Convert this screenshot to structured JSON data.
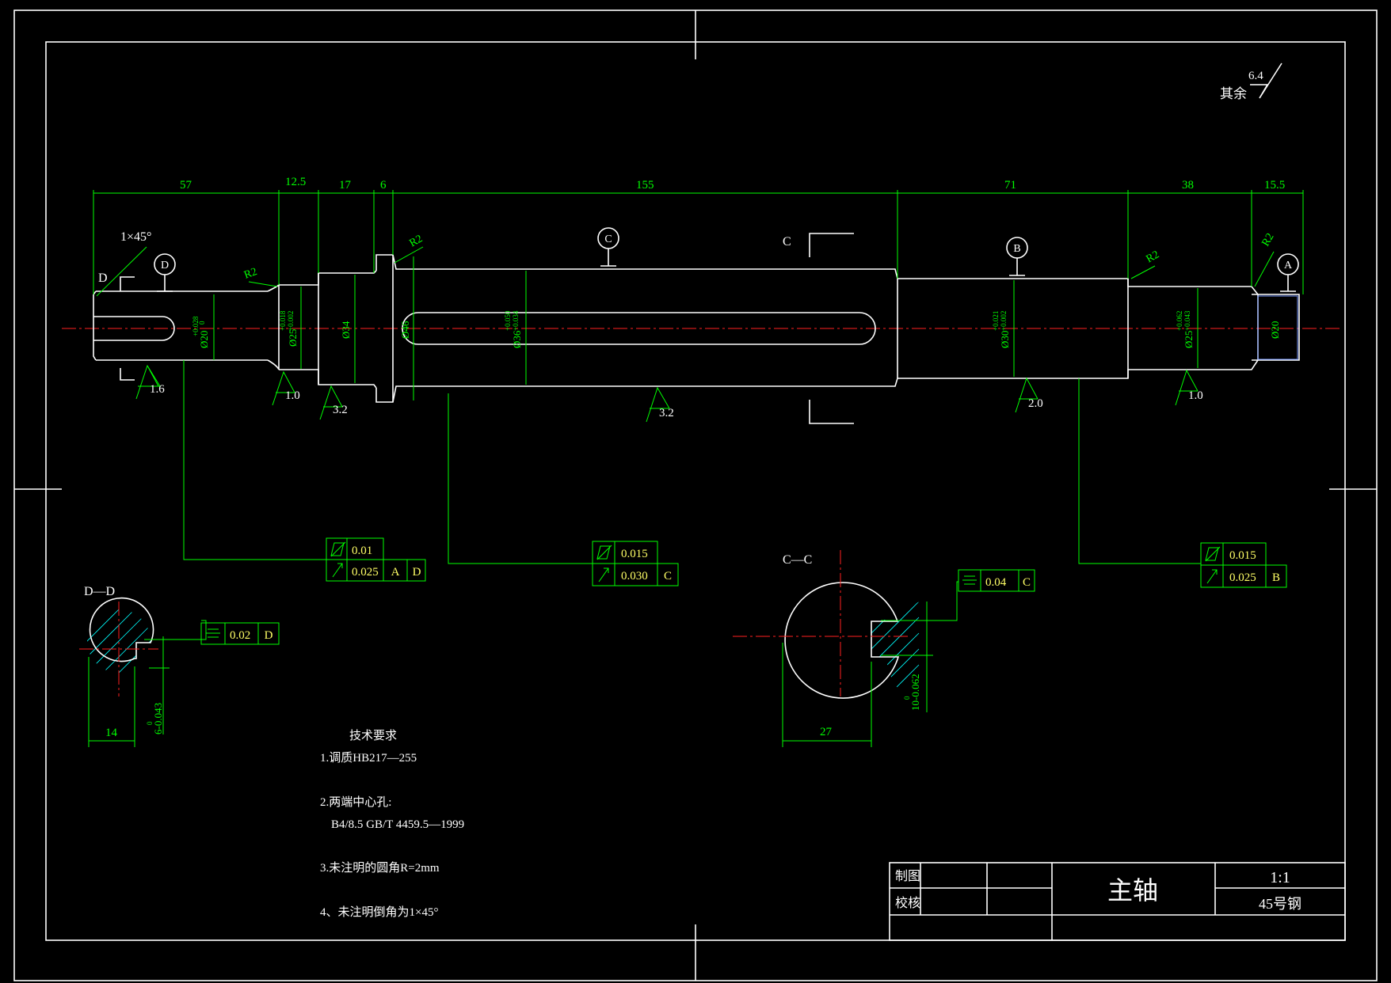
{
  "colors": {
    "background": "#000000",
    "outline": "#ffffff",
    "dimension": "#00ff00",
    "centerline": "#ff2020",
    "hatch": "#00ffff",
    "tolerance": "#ffff66"
  },
  "roughness_note": {
    "label": "其余",
    "value": "6.4"
  },
  "dims_top": [
    "57",
    "12.5",
    "17",
    "6",
    "155",
    "71",
    "38",
    "15.5"
  ],
  "chamfer": "1×45°",
  "fillets": [
    "R2",
    "R2",
    "R2",
    "R2"
  ],
  "datums": [
    "D",
    "C",
    "B",
    "A"
  ],
  "section_marks": {
    "c": "C",
    "d": "D"
  },
  "diameters": [
    {
      "dia": "Ø20",
      "up": "+0.028",
      "lo": "0"
    },
    {
      "dia": "Ø25",
      "up": "+0.018",
      "lo": "+0.002"
    },
    {
      "dia": "Ø34"
    },
    {
      "dia": "Ø46"
    },
    {
      "dia": "Ø36",
      "up": "+0.050",
      "lo": "+0.034"
    },
    {
      "dia": "Ø30",
      "up": "+0.021",
      "lo": "+0.002"
    },
    {
      "dia": "Ø25",
      "up": "+0.062",
      "lo": "+0.043"
    },
    {
      "dia": "Ø20"
    }
  ],
  "roughness": [
    "1.6",
    "1.0",
    "3.2",
    "3.2",
    "2.0",
    "1.0"
  ],
  "fcf": [
    {
      "r1": "0.01",
      "r2": "0.025",
      "d1": "A",
      "d2": "D"
    },
    {
      "r1": "0.015",
      "r2": "0.030",
      "d1": "C"
    },
    {
      "r1": "0.015",
      "r2": "0.025",
      "d1": "B"
    }
  ],
  "section_dd": {
    "title": "D—D",
    "sym_val": "0.02",
    "datum": "D",
    "width": "14",
    "key_dim": "6-0.043",
    "key_up": "0"
  },
  "section_cc": {
    "title": "C—C",
    "sym_val": "0.04",
    "datum": "C",
    "width": "27",
    "key_dim": "10-0.062",
    "key_up": "0"
  },
  "tech": {
    "title": "技术要求",
    "l1": "1.调质HB217—255",
    "l2": "2.两端中心孔:",
    "l3": "B4/8.5 GB/T 4459.5—1999",
    "l4": "3.未注明的圆角R=2mm",
    "l5": "4、未注明倒角为1×45°"
  },
  "title_block": {
    "draw": "制图",
    "check": "校核",
    "name": "主轴",
    "scale": "1:1",
    "material": "45号钢"
  }
}
